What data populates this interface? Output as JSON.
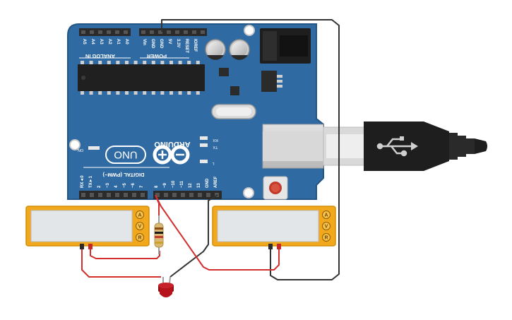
{
  "board": {
    "brand": "ARDUINO",
    "model": "UNO",
    "analog_header_label": "ANALOG IN",
    "power_header_label": "POWER",
    "digital_header_label": "DIGITAL (PWM~)",
    "analog_pins": [
      "A5",
      "A4",
      "A3",
      "A2",
      "A1",
      "A0"
    ],
    "power_pins": [
      "Vin",
      "GND",
      "GND",
      "5V",
      "3.3V",
      "RESET",
      "IOREF"
    ],
    "digital_pins": [
      "RX◄0",
      "TX►1",
      "2",
      "~3",
      "4",
      "~5",
      "~6",
      "7",
      "8",
      "~9",
      "~10",
      "~11",
      "12",
      "13",
      "GND",
      "AREF"
    ],
    "led_labels": {
      "rx": "RX",
      "tx": "TX",
      "l": "L",
      "on": "ON"
    }
  },
  "multimeters": [
    {
      "terminals": [
        "A",
        "V",
        "R"
      ]
    },
    {
      "terminals": [
        "A",
        "V",
        "R"
      ]
    }
  ],
  "colors": {
    "board": "#2f6aa3",
    "board_edge": "#245685",
    "header": "#2b2b2b",
    "meter_body": "#f2a81d",
    "meter_screen": "#e3e6e8",
    "wire_red": "#d32f2f",
    "wire_black": "#333333",
    "led": "#b5121b"
  }
}
